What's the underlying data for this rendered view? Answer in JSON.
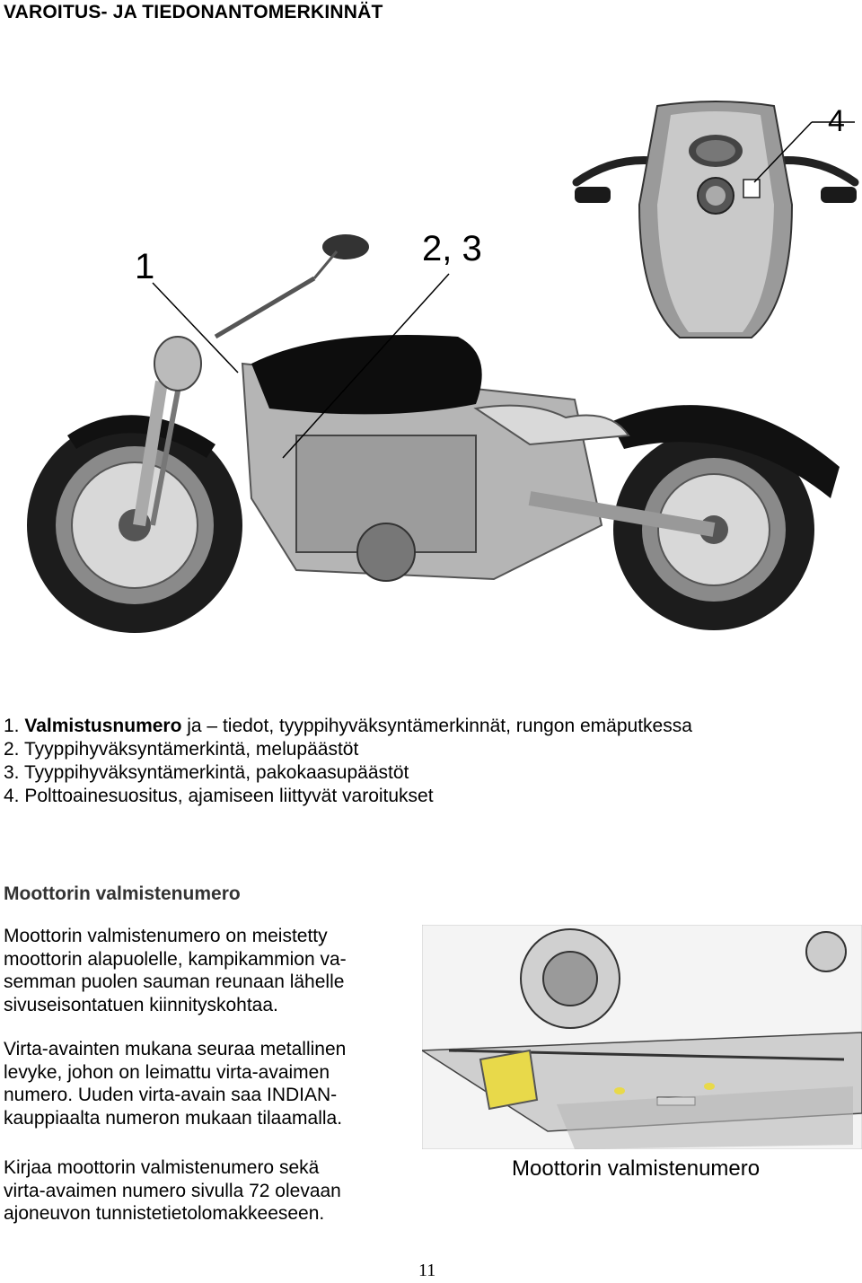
{
  "page": {
    "title": "VAROITUS- JA TIEDONANTOMERKINNÄT",
    "page_number": "11"
  },
  "figure1": {
    "callouts": [
      "1",
      "2, 3",
      "4"
    ]
  },
  "legend": {
    "items": [
      {
        "num": "1.",
        "bold": "Valmistusnumero",
        "rest": " ja – tiedot, tyyppihyväksyntämerkinnät, rungon emäputkessa"
      },
      {
        "num": "2.",
        "bold": "",
        "rest": " Tyyppihyväksyntämerkintä, melupäästöt"
      },
      {
        "num": "3.",
        "bold": "",
        "rest": " Tyyppihyväksyntämerkintä, pakokaasupäästöt"
      },
      {
        "num": "4.",
        "bold": "",
        "rest": " Polttoainesuositus, ajamiseen liittyvät varoitukset"
      }
    ]
  },
  "section": {
    "heading": "Moottorin valmistenumero",
    "p1": "Moottorin valmistenumero on meistetty moottorin alapuolelle, kampikammion vasemman puolen sauman reunaan lähelle sivuseisontatuen kiinnityskohtaa.",
    "p1_lines": [
      "Moottorin valmistenumero on meistetty",
      "moottorin alapuolelle, kampikammion va-",
      "semman puolen sauman reunaan lähelle",
      "sivuseisontatuen kiinnityskohtaa."
    ],
    "p2_lines": [
      "Virta-avainten mukana seuraa metallinen",
      "levyke, johon on leimattu virta-avaimen",
      "numero. Uuden virta-avain saa INDIAN-",
      "kauppiaalta numeron mukaan tilaamalla."
    ],
    "p3_lines": [
      "Kirjaa moottorin valmistenumero sekä",
      "virta-avaimen numero sivulla 72 olevaan",
      "ajoneuvon tunnistetietolomakkeeseen."
    ],
    "figure_label": "Moottorin valmistenumero"
  }
}
